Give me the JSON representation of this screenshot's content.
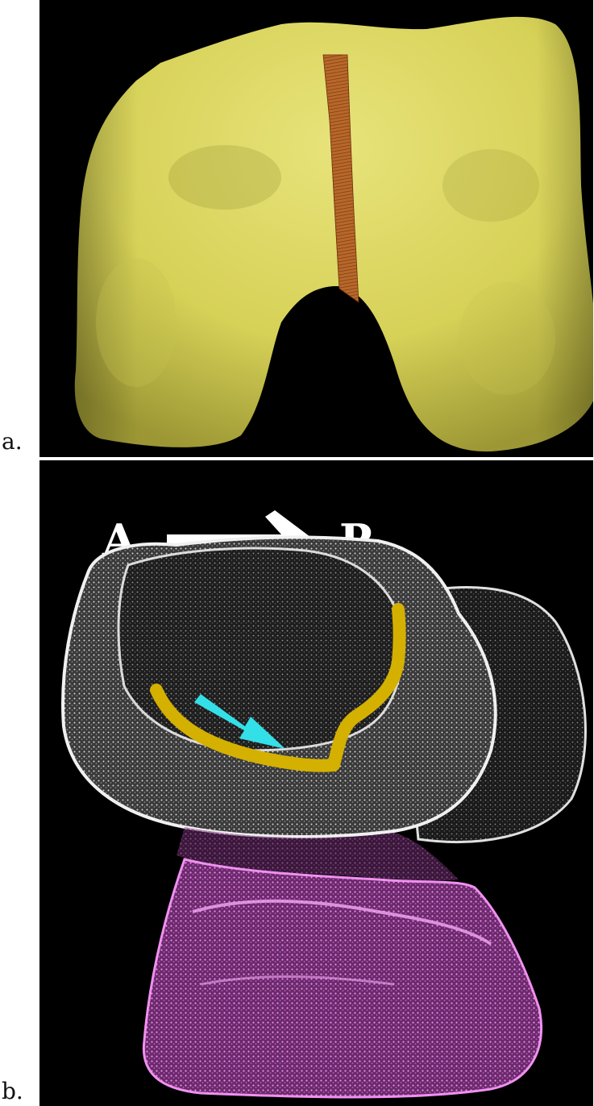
{
  "figure": {
    "panel_a": {
      "label": "a.",
      "colors": {
        "bone": "#d9d45c",
        "bone_shadow": "#a8a33a",
        "stripe": "#c4702a",
        "background": "#000000"
      }
    },
    "panel_b": {
      "label": "b.",
      "direction": {
        "start": "A",
        "end": "P"
      },
      "colors": {
        "femur_mesh": "#e8e8e8",
        "tibia_mesh": "#e070e0",
        "contact_path": "#d4b000",
        "arrow": "#33e0e8",
        "background": "#000000"
      }
    }
  }
}
